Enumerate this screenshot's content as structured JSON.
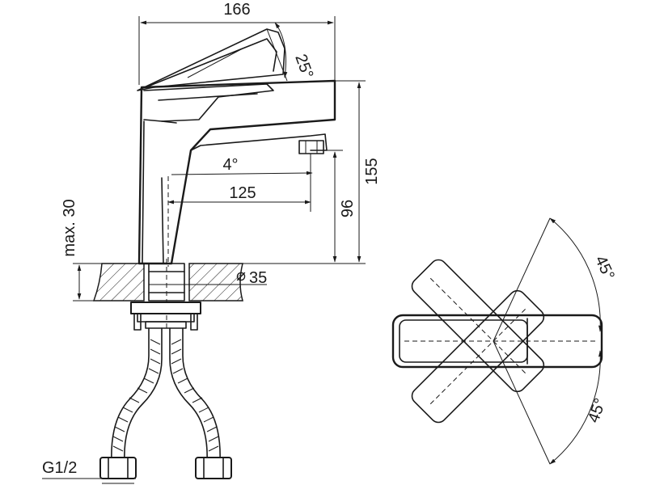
{
  "dimensions": {
    "total_length": "166",
    "height": "155",
    "spout_height": "96",
    "spout_reach": "125",
    "spout_angle": "4°",
    "lever_tilt": "25°",
    "max_thickness": "max. 30",
    "hole_diameter": "35",
    "thread": "G1/2",
    "rotation_left": "45°",
    "rotation_right": "45°"
  }
}
